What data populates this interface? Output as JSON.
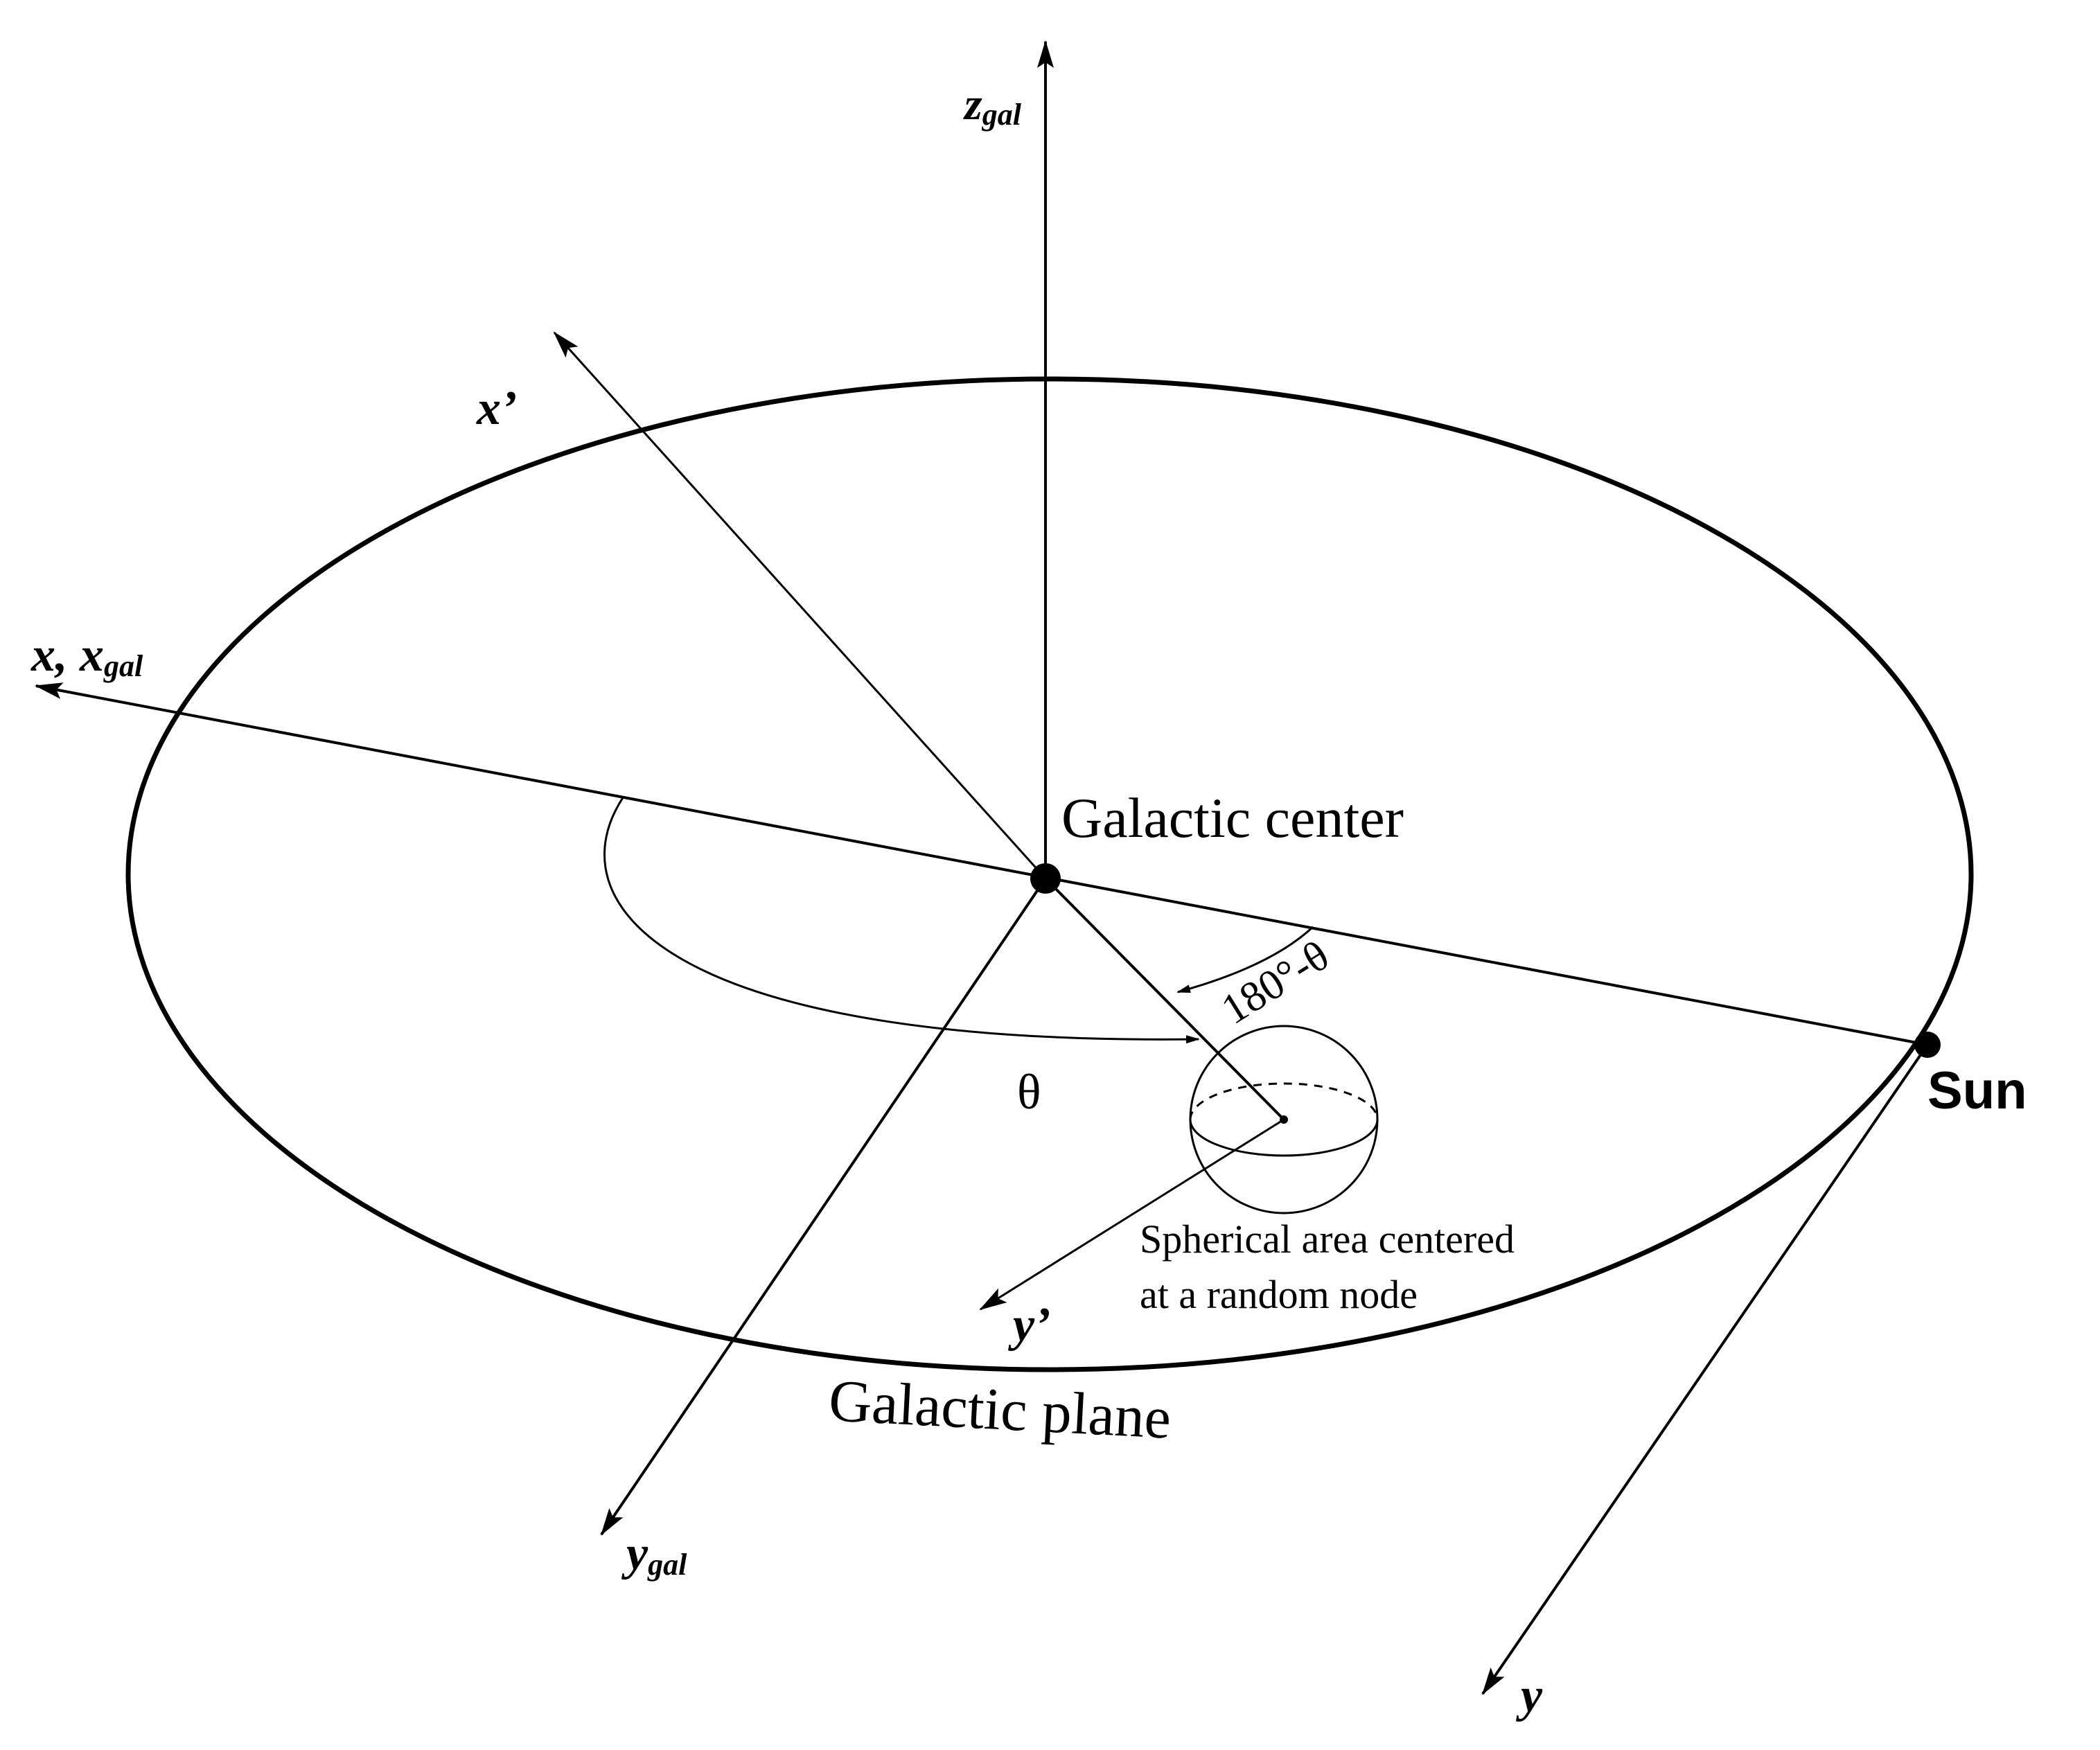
{
  "axes": {
    "z_gal": {
      "main": "z",
      "sub": "gal"
    },
    "x_prime": "x’",
    "x_xgal": {
      "main": "x, x",
      "sub": "gal"
    },
    "y_gal": {
      "main": "y",
      "sub": "gal"
    },
    "y_prime": "y’",
    "y": "y"
  },
  "labels": {
    "galactic_center": "Galactic center",
    "sun": "Sun",
    "theta": "θ",
    "angle_180_minus_theta": "180°-θ",
    "sphere_line1": "Spherical area centered",
    "sphere_line2": "at a random node",
    "galactic_plane": "Galactic plane"
  },
  "colors": {
    "ink": "#000000",
    "background": "#ffffff"
  }
}
